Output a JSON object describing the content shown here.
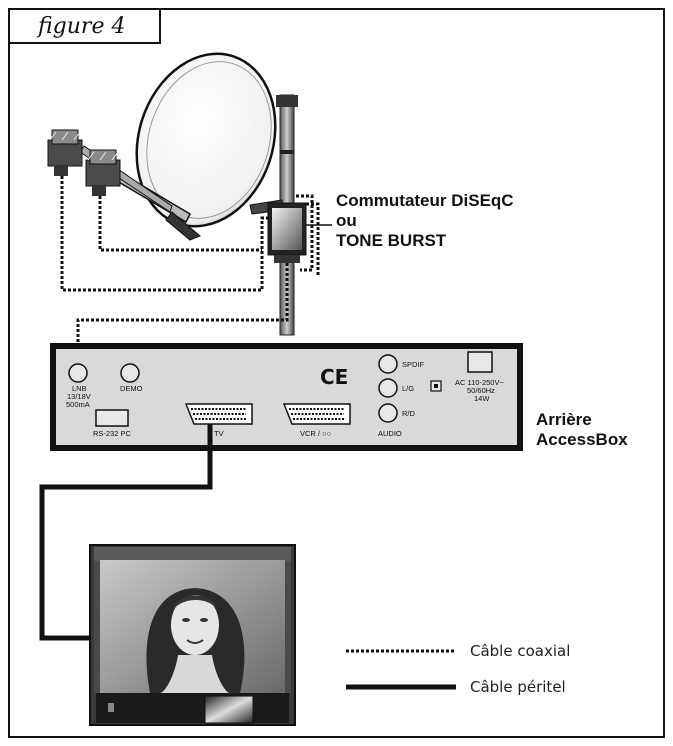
{
  "figure": {
    "label": "figure 4"
  },
  "switch": {
    "line1": "Commutateur DiSEqC",
    "line2": "ou",
    "line3": "TONE BURST"
  },
  "receiver": {
    "caption_line1": "Arrière",
    "caption_line2": "AccessBox",
    "lnb_label1": "LNB",
    "lnb_label2": "13/18V",
    "lnb_label3": "500mA",
    "demo_label": "DEMO",
    "rs232_label": "RS-232 PC",
    "tv_label": "TV",
    "vcr_label": "VCR / ○○",
    "ce_mark": "CE",
    "spdif_label": "SPDIF",
    "lg_label": "L/G",
    "rd_label": "R/D",
    "audio_label": "AUDIO",
    "power_label1": "AC 110-250V~",
    "power_label2": "50/60Hz",
    "power_label3": "14W"
  },
  "legend": {
    "coax": "Câble coaxial",
    "peritel": "Câble péritel"
  },
  "colors": {
    "frame": "#111111",
    "panel": "#d9d9d9",
    "screen_bg": "#8a8a8a"
  }
}
